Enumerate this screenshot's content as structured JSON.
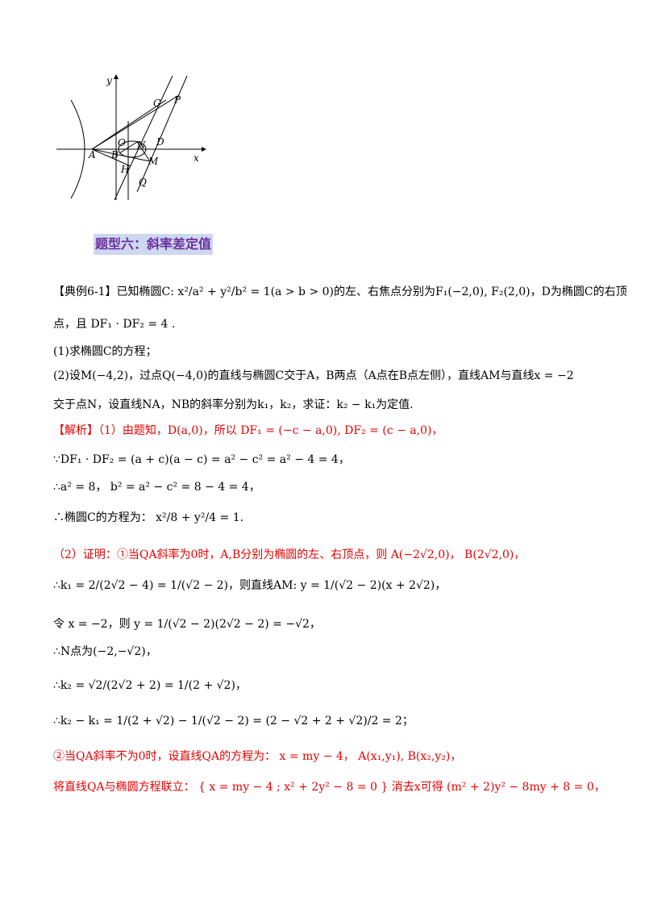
{
  "figure": {
    "labels": {
      "y": "y",
      "x": "x",
      "O": "O",
      "A": "A",
      "B": "B",
      "N": "N",
      "D": "D",
      "G": "G",
      "P": "P",
      "H": "H",
      "M": "M",
      "Q": "Q"
    }
  },
  "section_title": "题型六：斜率差定值",
  "lines": [
    {
      "id": "l1",
      "text": "【典例6-1】已知椭圆C: x²/a² + y²/b² = 1(a > b > 0)的左、右焦点分别为F₁(−2,0), F₂(2,0)，D为椭圆C的右顶",
      "color": "black"
    },
    {
      "id": "l2",
      "text": "点，且 DF₁ · DF₂ = 4 .",
      "color": "black"
    },
    {
      "id": "l3",
      "text": "(1)求椭圆C的方程；",
      "color": "black"
    },
    {
      "id": "l4",
      "text": "(2)设M(−4,2)，过点Q(−4,0)的直线与椭圆C交于A，B两点（A点在B点左侧），直线AM与直线x = −2",
      "color": "black"
    },
    {
      "id": "l5",
      "text": "交于点N，设直线NA，NB的斜率分别为k₁，k₂，求证：k₂ − k₁为定值.",
      "color": "black"
    },
    {
      "id": "l6",
      "text": "【解析】（1）由题知，D(a,0)，所以 DF₁ = (−c − a,0), DF₂ = (c − a,0)，",
      "color": "red"
    },
    {
      "id": "l7",
      "text": "∵DF₁ · DF₂ = (a + c)(a − c) = a² − c² = a² − 4 = 4，",
      "color": "black"
    },
    {
      "id": "l8",
      "text": "∴a² = 8， b² = a² − c² = 8 − 4 = 4，",
      "color": "black"
    },
    {
      "id": "l9",
      "text": "∴椭圆C的方程为： x²/8 + y²/4 = 1.",
      "color": "black"
    },
    {
      "id": "l10",
      "text": "（2）证明：①当QA斜率为0时，A,B分别为椭圆的左、右顶点，则 A(−2√2,0)， B(2√2,0)，",
      "color": "red"
    },
    {
      "id": "l11",
      "text": "∴k₁ = 2/(2√2 − 4) = 1/(√2 − 2)，则直线AM: y = 1/(√2 − 2)(x + 2√2)，",
      "color": "black"
    },
    {
      "id": "l12",
      "text": "令 x = −2，则 y = 1/(√2 − 2)(2√2 − 2) = −√2，",
      "color": "black"
    },
    {
      "id": "l13",
      "text": "∴N点为(−2,−√2)，",
      "color": "black"
    },
    {
      "id": "l14",
      "text": "∴k₂ = √2/(2√2 + 2) = 1/(2 + √2)，",
      "color": "black"
    },
    {
      "id": "l15",
      "text": "∴k₂ − k₁ = 1/(2 + √2) − 1/(√2 − 2) = (2 − √2 + 2 + √2)/2 = 2；",
      "color": "black"
    },
    {
      "id": "l16",
      "text": "②当QA斜率不为0时，设直线QA的方程为： x = my − 4， A(x₁,y₁), B(x₂,y₂)，",
      "color": "red"
    },
    {
      "id": "l17",
      "text": "将直线QA与椭圆方程联立： { x = my − 4 ; x² + 2y² − 8 = 0 } 消去x可得 (m² + 2)y² − 8my + 8 = 0，",
      "color": "red"
    }
  ],
  "colors": {
    "red": "#e60000",
    "title_purple": "#6b2fa0",
    "title_bg": "#cdd8ee"
  }
}
